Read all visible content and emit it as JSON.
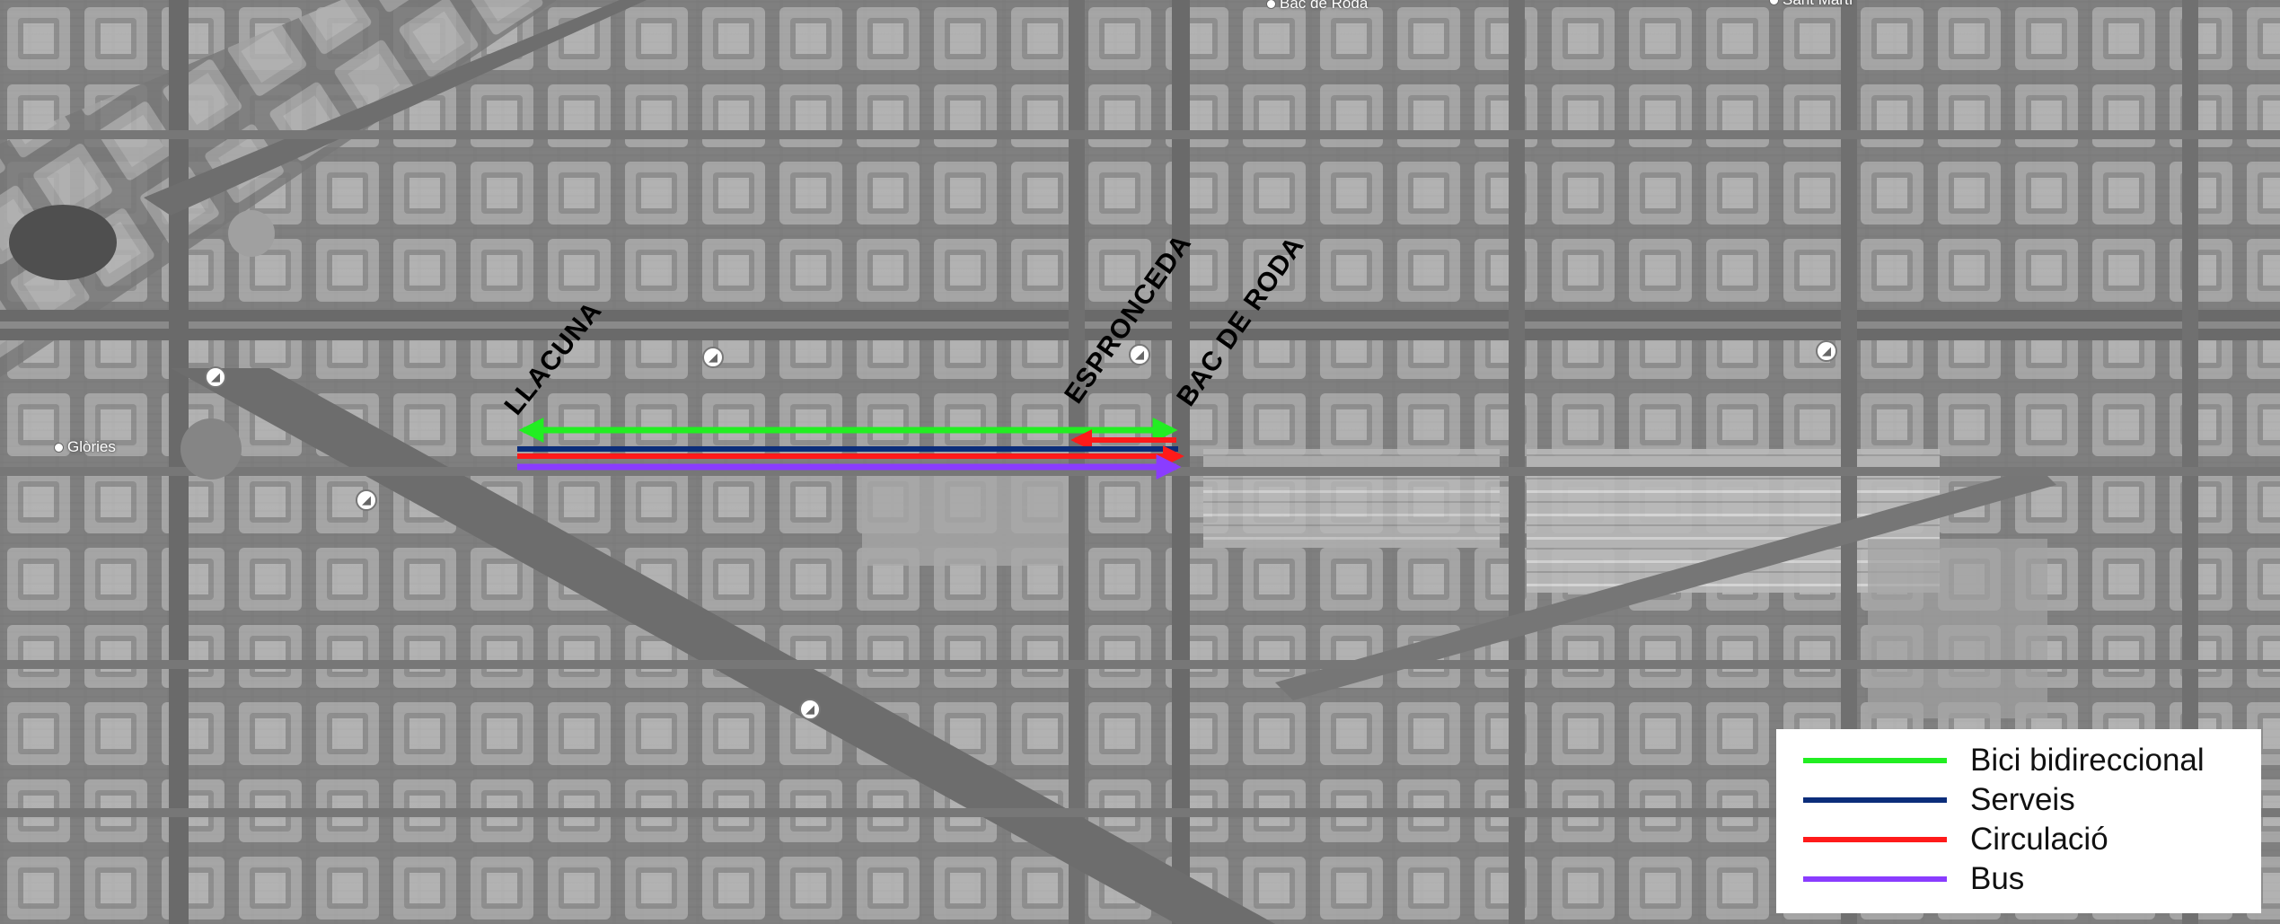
{
  "streets": {
    "llacuna": "LLACUNA",
    "espronceda": "ESPRONCEDA",
    "bac_de_roda": "BAC DE RODA"
  },
  "places": {
    "glories": "Glòries",
    "bac_de_roda_top": "Bac de Roda",
    "sant_marti": "Sant Martí"
  },
  "colors": {
    "bici": "#22ee22",
    "serveis": "#0b2d7a",
    "circulacio": "#ff1a1a",
    "bus": "#8a3cff"
  },
  "legend": {
    "items": [
      {
        "label": "Bici bidireccional",
        "color": "#22ee22"
      },
      {
        "label": "Serveis",
        "color": "#0b2d7a"
      },
      {
        "label": "Circulació",
        "color": "#ff1a1a"
      },
      {
        "label": "Bus",
        "color": "#8a3cff"
      }
    ]
  }
}
